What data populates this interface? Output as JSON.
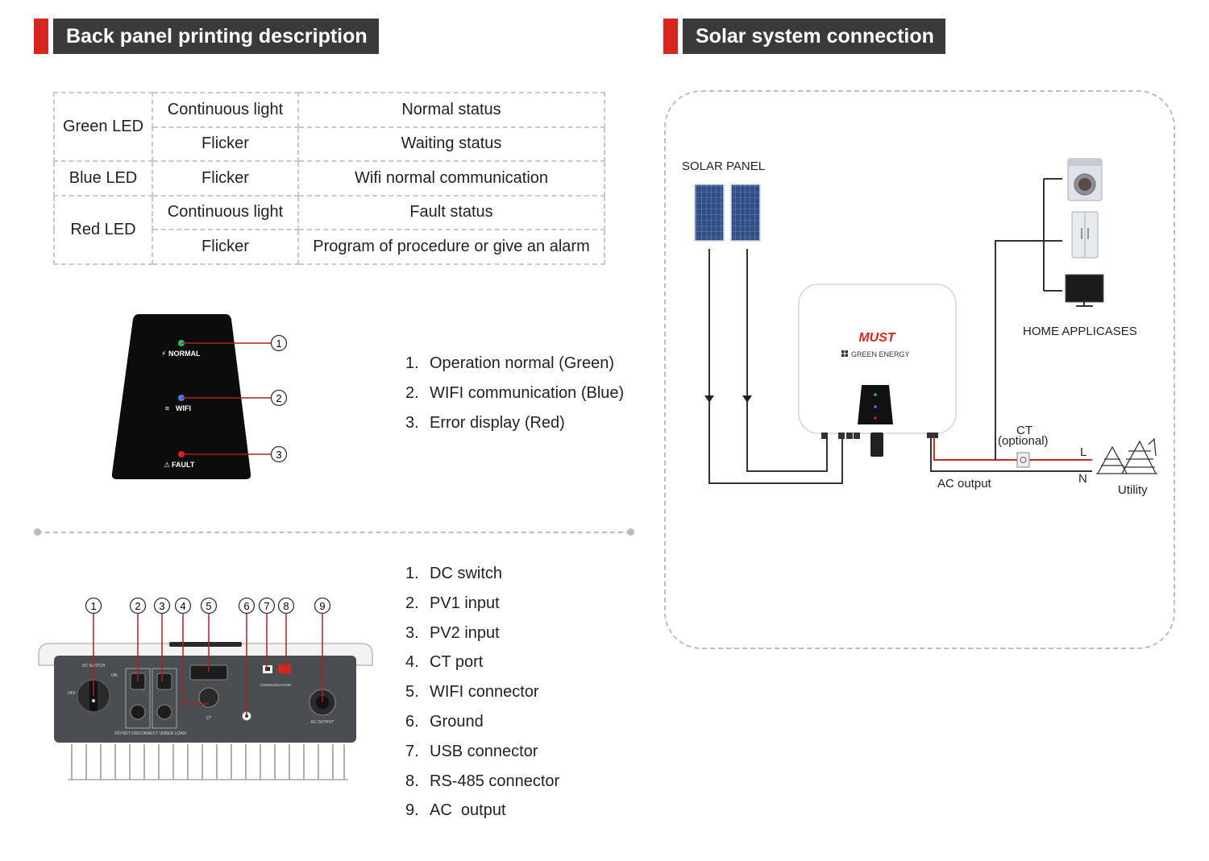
{
  "left_header": "Back panel printing description",
  "right_header": "Solar system connection",
  "led_table": {
    "rows": [
      {
        "led": "Green LED",
        "mode": "Continuous light",
        "meaning": "Normal status"
      },
      {
        "mode": "Flicker",
        "meaning": "Waiting status"
      },
      {
        "led": "Blue LED",
        "mode": "Flicker",
        "meaning": "Wifi normal communication"
      },
      {
        "led": "Red LED",
        "mode": "Continuous light",
        "meaning": "Fault status"
      },
      {
        "mode": "Flicker",
        "meaning": "Program of procedure or give an alarm"
      }
    ]
  },
  "panel_labels": {
    "normal": "NORMAL",
    "wifi": "WIFI",
    "fault": "FAULT"
  },
  "callouts_top": [
    "1",
    "2",
    "3"
  ],
  "indicator_list": [
    {
      "num": "1.",
      "text": "Operation normal (Green)"
    },
    {
      "num": "2.",
      "text": "WIFI communication (Blue)"
    },
    {
      "num": "3.",
      "text": "Error display (Red)"
    }
  ],
  "callouts_bottom": [
    "1",
    "2",
    "3",
    "4",
    "5",
    "6",
    "7",
    "8",
    "9"
  ],
  "port_list": [
    {
      "num": "1.",
      "text": "DC switch"
    },
    {
      "num": "2.",
      "text": "PV1 input"
    },
    {
      "num": "3.",
      "text": "PV2 input"
    },
    {
      "num": "4.",
      "text": "CT port"
    },
    {
      "num": "5.",
      "text": "WIFI connector"
    },
    {
      "num": "6.",
      "text": "Ground"
    },
    {
      "num": "7.",
      "text": "USB connector"
    },
    {
      "num": "8.",
      "text": "RS-485 connector"
    },
    {
      "num": "9.",
      "text": "AC  output"
    }
  ],
  "bottom_device_labels": {
    "dc_switch": "DC SWITCH",
    "off": "OFF",
    "on": "ON",
    "communication": "COMMUNICATION",
    "ct": "CT",
    "ac_output": "AC OUTPUT",
    "warning": "DO NOT DISCONNECT UNDER LOAD!"
  },
  "diagram": {
    "solar_panel": "SOLAR PANEL",
    "home": "HOME APPLICASES",
    "ct": "CT",
    "ct_optional": "(optional)",
    "line_l": "L",
    "line_n": "N",
    "ac_output": "AC output",
    "utility": "Utility",
    "brand": "MUST",
    "brand_sub": "GREEN ENERGY"
  },
  "colors": {
    "accent": "#d7261e",
    "header_bg": "#3a3a3a",
    "led_green": "#22c55e",
    "led_blue": "#3b82f6",
    "led_red": "#e11d1d"
  }
}
